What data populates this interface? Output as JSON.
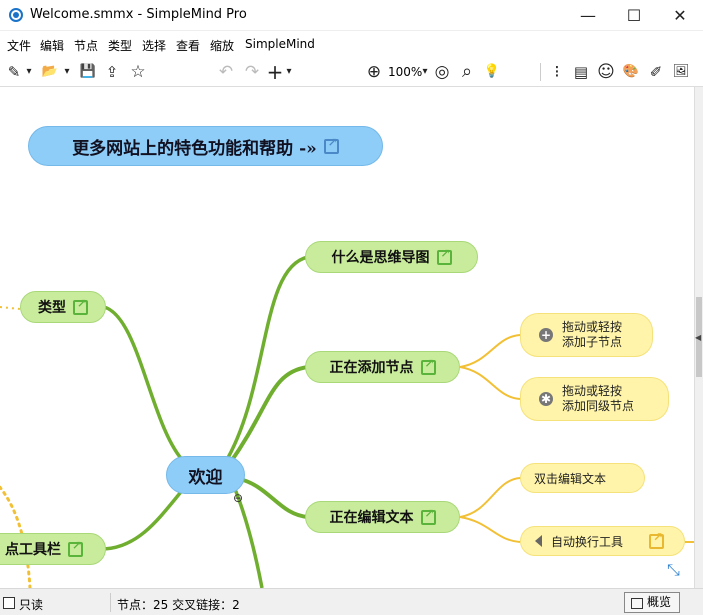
{
  "window": {
    "title": "Welcome.smmx - SimpleMind Pro",
    "minimize": "—",
    "maximize": "☐",
    "close": "✕"
  },
  "menu": [
    "文件",
    "编辑",
    "节点",
    "类型",
    "选择",
    "查看",
    "缩放",
    "SimpleMind"
  ],
  "toolbar": {
    "zoom": "100%",
    "icons": {
      "new": "✎",
      "open": "📂",
      "save": "💾",
      "share": "⇪",
      "favorite": "☆",
      "undo": "↶",
      "redo": "↷",
      "add": "+",
      "zoom": "⊕",
      "target": "◎",
      "search": "⌕",
      "idea": "💡",
      "outline": "⁝",
      "note": "▤",
      "emoji": "☺",
      "palette": "🎨",
      "style": "✐",
      "image": "🖼"
    },
    "dropdown_arrow": "▾"
  },
  "mindmap": {
    "banner": "更多网站上的特色功能和帮助 -»",
    "central": "欢迎",
    "nodes": {
      "what_is": "什么是思维导图",
      "type": "类型",
      "adding": "正在添加节点",
      "editing": "正在编辑文本",
      "toolbar": "点工具栏"
    },
    "subnodes": {
      "tap_child_1": "拖动或轻按",
      "tap_child_2": "添加子节点",
      "tap_sibling_1": "拖动或轻按",
      "tap_sibling_2": "添加同级节点",
      "dblclick": "双击编辑文本",
      "autowrap": "自动换行工具"
    },
    "collapse": "⊖",
    "resize": "⤡",
    "colors": {
      "green_branch": "#6fae2f",
      "yellow_branch": "#f2c035",
      "dotted": "#f2c035"
    }
  },
  "status": {
    "readonly": "只读",
    "stats": "节点：25 交叉链接：2",
    "overview": "概览"
  }
}
